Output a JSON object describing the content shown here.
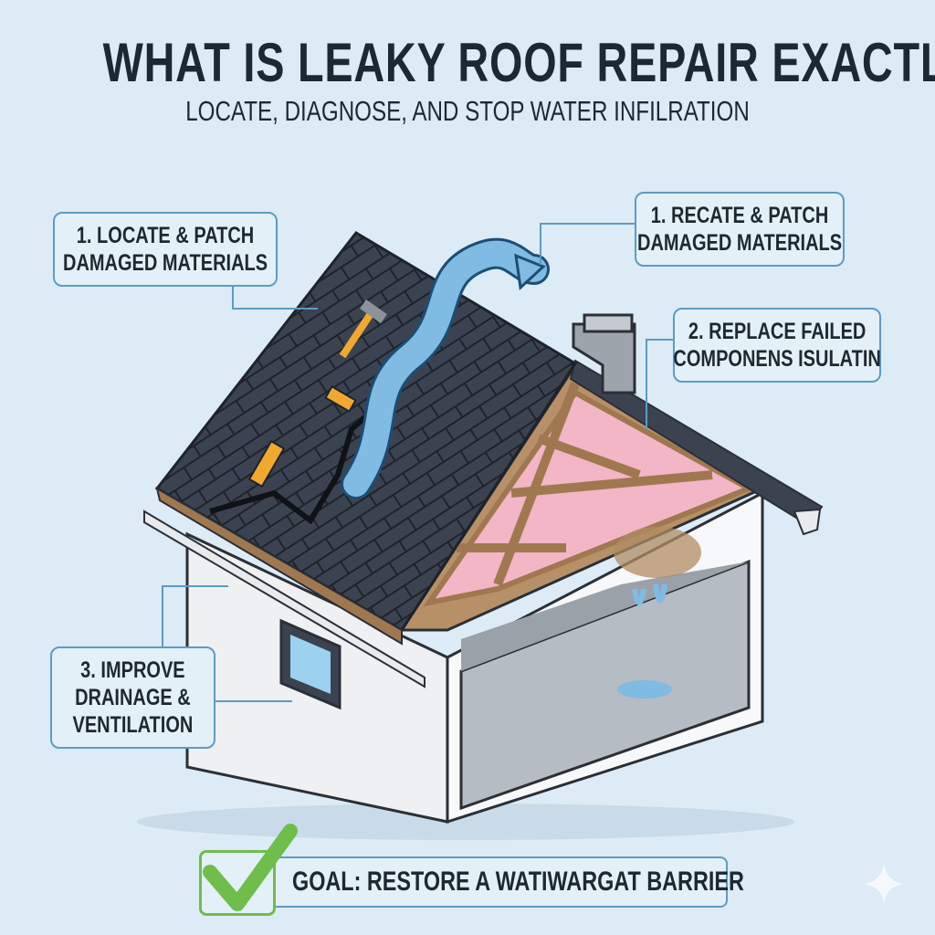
{
  "header": {
    "title": "WHAT IS LEAKY ROOF REPAIR EXACTLY",
    "subtitle": "LOCATE, DIAGNOSE, AND STOP WATER INFILRATION"
  },
  "callouts": [
    {
      "line1": "1. LOCATE & PATCH",
      "line2": "DAMAGED MATERIALS"
    },
    {
      "line1": "1. RECATE & PATCH",
      "line2": "DAMAGED MATERIALS"
    },
    {
      "line1": "2. REPLACE FAILED",
      "line2": "COMPONENS ISULATIN"
    },
    {
      "line1": "3. IMPROVE",
      "line2": "DRAINAGE &",
      "line3": "VENTILATION"
    }
  ],
  "goal": {
    "text": "GOAL: RESTORE A WATIWARGAT BARRIER",
    "icon": "checkmark-icon"
  },
  "colors": {
    "background": "#dcebf5",
    "shingles": "#3c4350",
    "water": "#7fbbe3",
    "insulation": "#f2b6c6",
    "wood": "#a07850",
    "label_border": "#5d9cc2",
    "check": "#6fbd4a"
  }
}
